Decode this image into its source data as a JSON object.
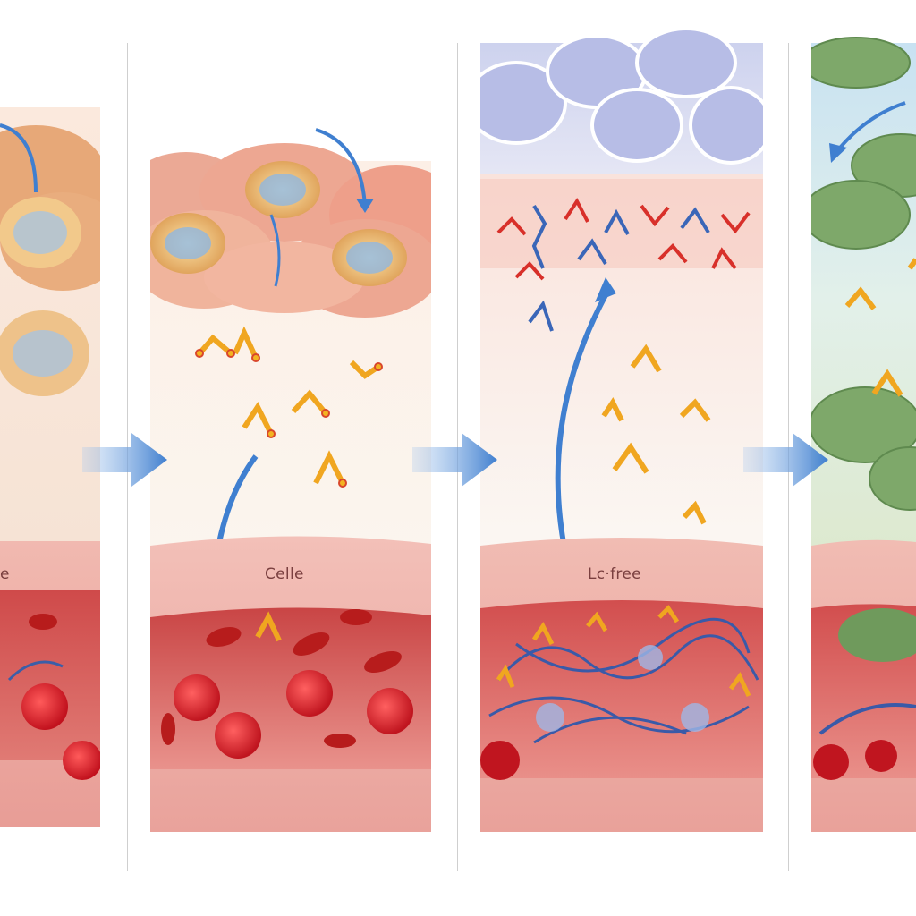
{
  "panels": [
    {
      "label": "e"
    },
    {
      "label": "Celle"
    },
    {
      "label": "Lc·free"
    },
    {
      "label": ""
    }
  ]
}
